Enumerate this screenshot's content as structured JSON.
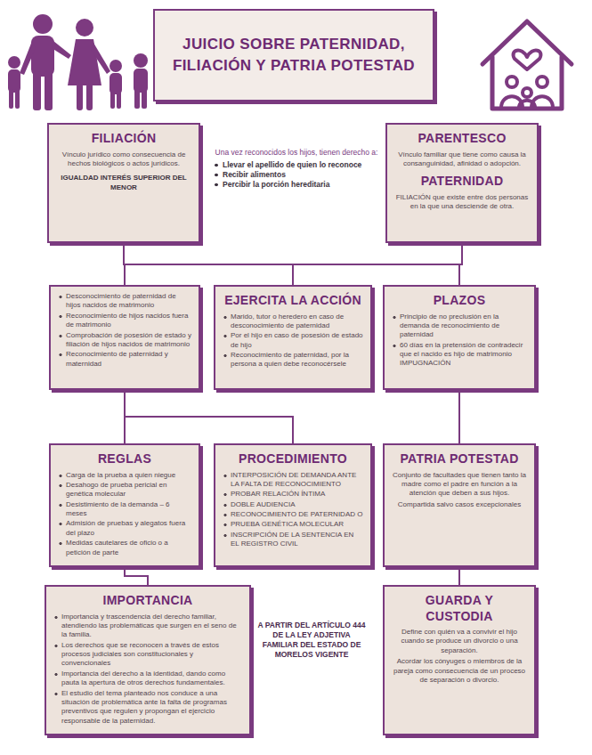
{
  "diagram": {
    "title": "JUICIO SOBRE PATERNIDAD, FILIACIÓN Y PATRIA POTESTAD",
    "nodes": [
      {
        "text": [
          "FILIACIÓN",
          "Vínculo jurídico como consecuencia de hechos biológicos o actos jurídicos.",
          "IGUALDAD INTERÉS SUPERIOR DEL MENOR"
        ]
      },
      {
        "text": [
          "PARENTESCO",
          "Vínculo familiar que tiene como causa la consanguinidad, afinidad o adopción.",
          "PATERNIDAD",
          "FILIACIÓN que existe entre dos personas en la que una desciende de otra."
        ]
      },
      {
        "text": [
          "Desconocimiento de paternidad de hijos nacidos de matrimonio",
          "Reconocimiento de hijos nacidos fuera de matrimonio",
          "Comprobación de posesión de estado y filiación de hijos nacidos de matrimonio",
          "Reconocimiento de paternidad y maternidad"
        ]
      },
      {
        "text": [
          "EJERCITA LA ACCIÓN",
          "Marido, tutor o heredero en caso de desconocimiento de paternidad",
          "Por el hijo en caso de posesión de estado de hijo",
          "Reconocimiento de paternidad, por la persona a quien debe reconocérsele"
        ]
      },
      {
        "text": [
          "PLAZOS",
          "Principio de no preclusión en la demanda de reconocimiento de paternidad",
          "60 días en la pretensión de contradecir que el nacido es hijo de matrimonio IMPUGNACIÓN"
        ]
      },
      {
        "text": [
          "REGLAS",
          "Carga de la prueba a quien niegue",
          "Desahogo de prueba pericial en genética molecular",
          "Desistimiento de la demanda – 6 meses",
          "Admisión de pruebas y alegatos fuera del plazo",
          "Medidas cautelares de oficio o a petición de parte"
        ]
      },
      {
        "text": [
          "PROCEDIMIENTO",
          "INTERPOSICIÓN DE DEMANDA ANTE LA FALTA DE RECONOCIMIENTO",
          "PROBAR RELACIÓN ÍNTIMA",
          "DOBLE AUDIENCIA",
          "RECONOCIMIENTO DE PATERNIDAD O",
          "PRUEBA GENÉTICA MOLECULAR",
          "INSCRIPCIÓN DE LA SENTENCIA EN EL REGISTRO CIVIL"
        ]
      },
      {
        "text": [
          "PATRIA POTESTAD",
          "Conjunto de facultades que tienen tanto la madre como el padre en función a la atención que deben a sus hijos.",
          "Compartida salvo casos excepcionales"
        ]
      },
      {
        "text": [
          "IMPORTANCIA",
          "Importancia y trascendencia del derecho familiar, atendiendo las problemáticas que surgen en el seno de la familia.",
          "Los derechos que se reconocen a través de estos procesos judiciales son constitucionales y convencionales",
          "Importancia del derecho a la identidad, dando como pauta la apertura de otros derechos fundamentales.",
          "El estudio del tema planteado nos conduce a una situación de problemática ante la falta de programas preventivos que regulen y propongan el ejercicio responsable de la paternidad."
        ]
      },
      {
        "text": [
          "GUARDA Y CUSTODIA",
          "Define con quién va a convivir el hijo cuando se produce un divorcio o una separación.",
          "Acordar los cónyuges o miembros de la pareja como consecuencia de un proceso de separación o divorcio."
        ]
      }
    ],
    "edges": [
      {
        "from": 0,
        "to": 2,
        "arrow": "none"
      },
      {
        "from": 0,
        "to": 3,
        "arrow": "none"
      },
      {
        "from": 0,
        "to": 4,
        "arrow": "none"
      },
      {
        "from": 1,
        "to": 2,
        "arrow": "none"
      },
      {
        "from": 1,
        "to": 3,
        "arrow": "none"
      },
      {
        "from": 1,
        "to": 4,
        "arrow": "none"
      },
      {
        "from": 2,
        "to": 5,
        "arrow": "none"
      },
      {
        "from": 2,
        "to": 6,
        "arrow": "none"
      },
      {
        "from": 4,
        "to": 7,
        "arrow": "none"
      },
      {
        "from": 7,
        "to": 9,
        "arrow": "none"
      },
      {
        "from": 5,
        "to": 8,
        "arrow": "none"
      }
    ],
    "labels": [
      "Una vez reconocidos los hijos, tienen derecho a:",
      "Llevar el apellido de quien lo reconoce",
      "Recibir alimentos",
      "Percibir la porción hereditaria",
      "A PARTIR DEL ARTÍCULO 444 DE LA LEY ADJETIVA FAMILIAR DEL ESTADO DE MORELOS VIGENTE"
    ]
  }
}
